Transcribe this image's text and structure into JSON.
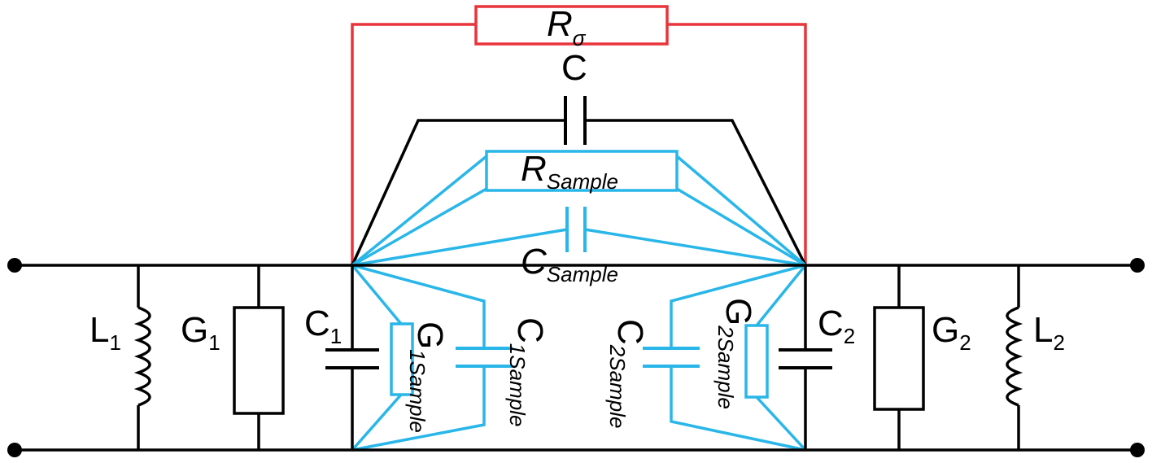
{
  "colors": {
    "wire": "#000000",
    "sample": "#29b6e8",
    "parasitic": "#e8343a",
    "background": "#ffffff"
  },
  "labels": {
    "r_sigma": {
      "main": "R",
      "sub": "σ"
    },
    "c_top": {
      "main": "C"
    },
    "r_sample": {
      "main": "R",
      "sub": "Sample"
    },
    "c_sample": {
      "main": "C",
      "sub": "Sample"
    },
    "l1": {
      "main": "L",
      "sub": "1"
    },
    "g1": {
      "main": "G",
      "sub": "1"
    },
    "c1": {
      "main": "C",
      "sub": "1"
    },
    "g1_sample": {
      "main": "G",
      "sub": "1Sample"
    },
    "c1_sample": {
      "main": "C",
      "sub": "1Sample"
    },
    "c2_sample": {
      "main": "C",
      "sub": "2Sample"
    },
    "g2_sample": {
      "main": "G",
      "sub": "2Sample"
    },
    "c2": {
      "main": "C",
      "sub": "2"
    },
    "g2": {
      "main": "G",
      "sub": "2"
    },
    "l2": {
      "main": "L",
      "sub": "2"
    }
  }
}
